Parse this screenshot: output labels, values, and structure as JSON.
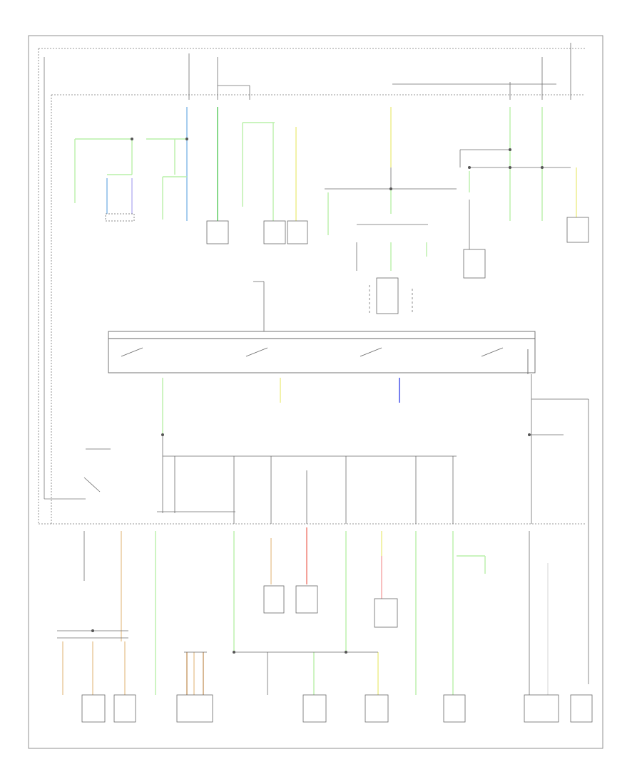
{
  "diagram": {
    "type": "power-distribution-wiring-diagram",
    "text_legible": false,
    "wire_colors": {
      "light_green": "#b8f0a8",
      "green": "#56c95a",
      "blue": "#7fb6e6",
      "dark_blue": "#3a48e8",
      "violet": "#b7b2f2",
      "yellow": "#ecec86",
      "tan": "#e8c898",
      "brown": "#c89a66",
      "red": "#ef7a6e",
      "pink": "#f4a4a4",
      "gray": "#c8c8c8",
      "line": "#6e6e6e"
    },
    "components": {
      "top_row": [
        "connector-block-1",
        "connector-block-2",
        "connector-block-3",
        "connector-block-4",
        "connector-block-5",
        "connector-block-6",
        "connector-block-7"
      ],
      "bottom_row": [
        "load-1",
        "load-2",
        "load-3",
        "load-4",
        "load-5",
        "load-6",
        "load-7",
        "load-8",
        "load-9",
        "load-10",
        "load-11"
      ]
    },
    "ignition_switch": {
      "positions": 4
    }
  }
}
